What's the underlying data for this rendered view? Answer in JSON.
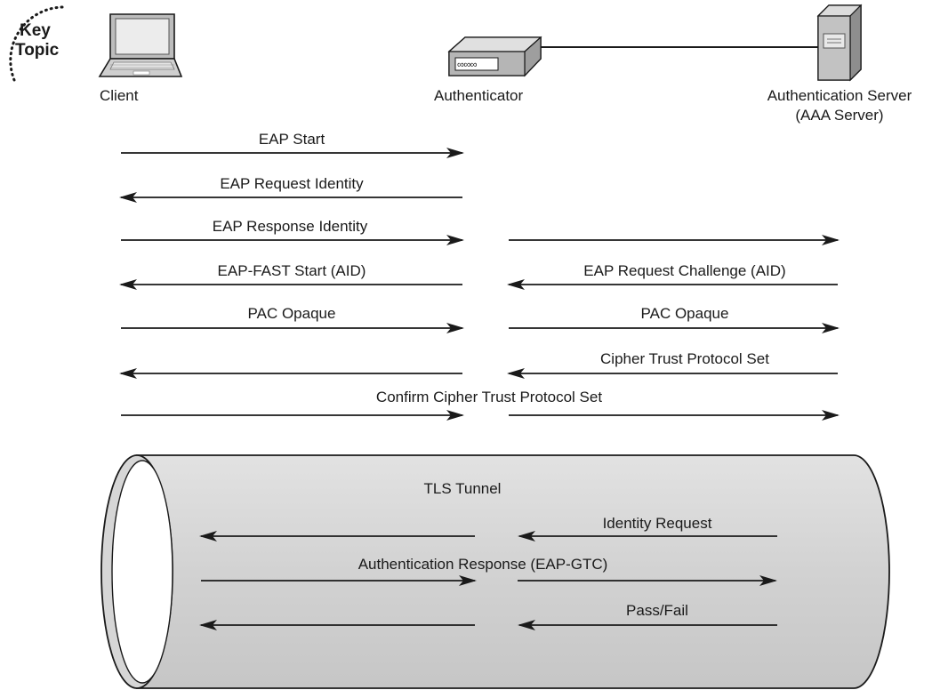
{
  "badge": {
    "line1": "Key",
    "line2": "Topic"
  },
  "nodes": {
    "client": "Client",
    "authenticator": "Authenticator",
    "server_line1": "Authentication Server",
    "server_line2": "(AAA Server)"
  },
  "messages": {
    "eap_start": "EAP Start",
    "eap_request_identity": "EAP Request Identity",
    "eap_response_identity": "EAP Response Identity",
    "eap_fast_start": "EAP-FAST Start (AID)",
    "eap_request_challenge": "EAP Request Challenge (AID)",
    "pac_opaque_client": "PAC Opaque",
    "pac_opaque_server": "PAC Opaque",
    "cipher_trust_protocol_set": "Cipher Trust Protocol Set",
    "confirm_cipher_trust_protocol_set": "Confirm Cipher Trust Protocol Set"
  },
  "tunnel": {
    "title": "TLS Tunnel",
    "identity_request": "Identity Request",
    "auth_response": "Authentication Response (EAP-GTC)",
    "pass_fail": "Pass/Fail"
  },
  "colors": {
    "tunnel_fill": "#d4d4d4",
    "device_fill": "#b8b8b8",
    "line": "#1a1a1a"
  }
}
